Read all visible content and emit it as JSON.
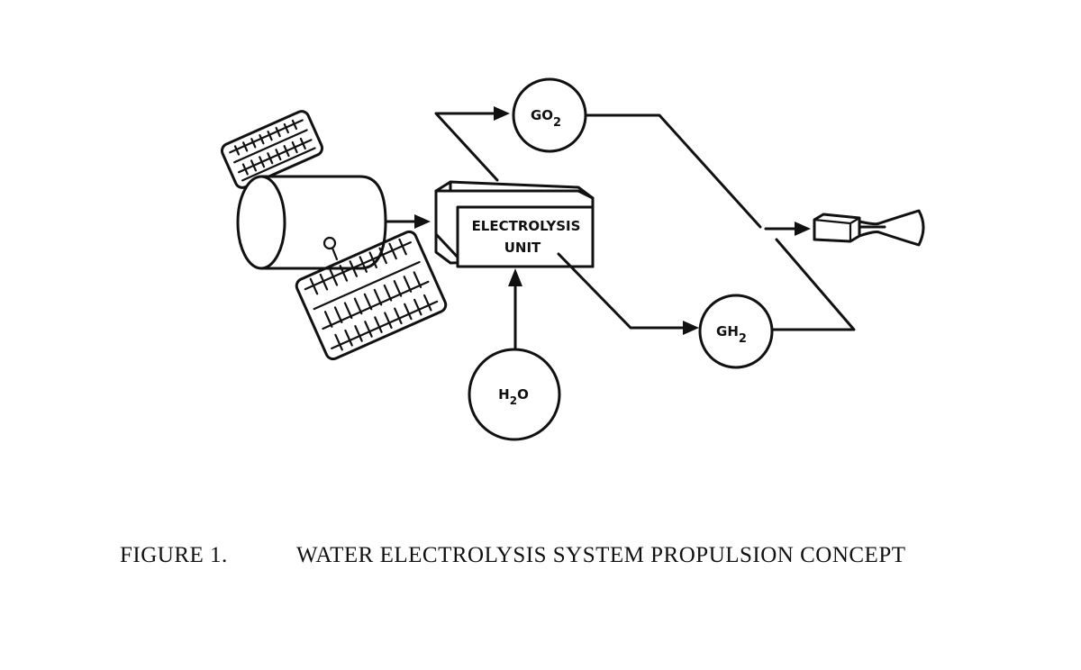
{
  "diagram": {
    "unit_label_line1": "ELECTROLYSIS",
    "unit_label_line2": "UNIT",
    "go2": {
      "main": "GO",
      "sub": "2"
    },
    "gh2": {
      "main": "GH",
      "sub": "2"
    },
    "h2o": {
      "pre": "H",
      "sub": "2",
      "post": "O"
    }
  },
  "caption": {
    "number": "FIGURE 1.",
    "title": "WATER ELECTROLYSIS SYSTEM PROPULSION CONCEPT"
  }
}
